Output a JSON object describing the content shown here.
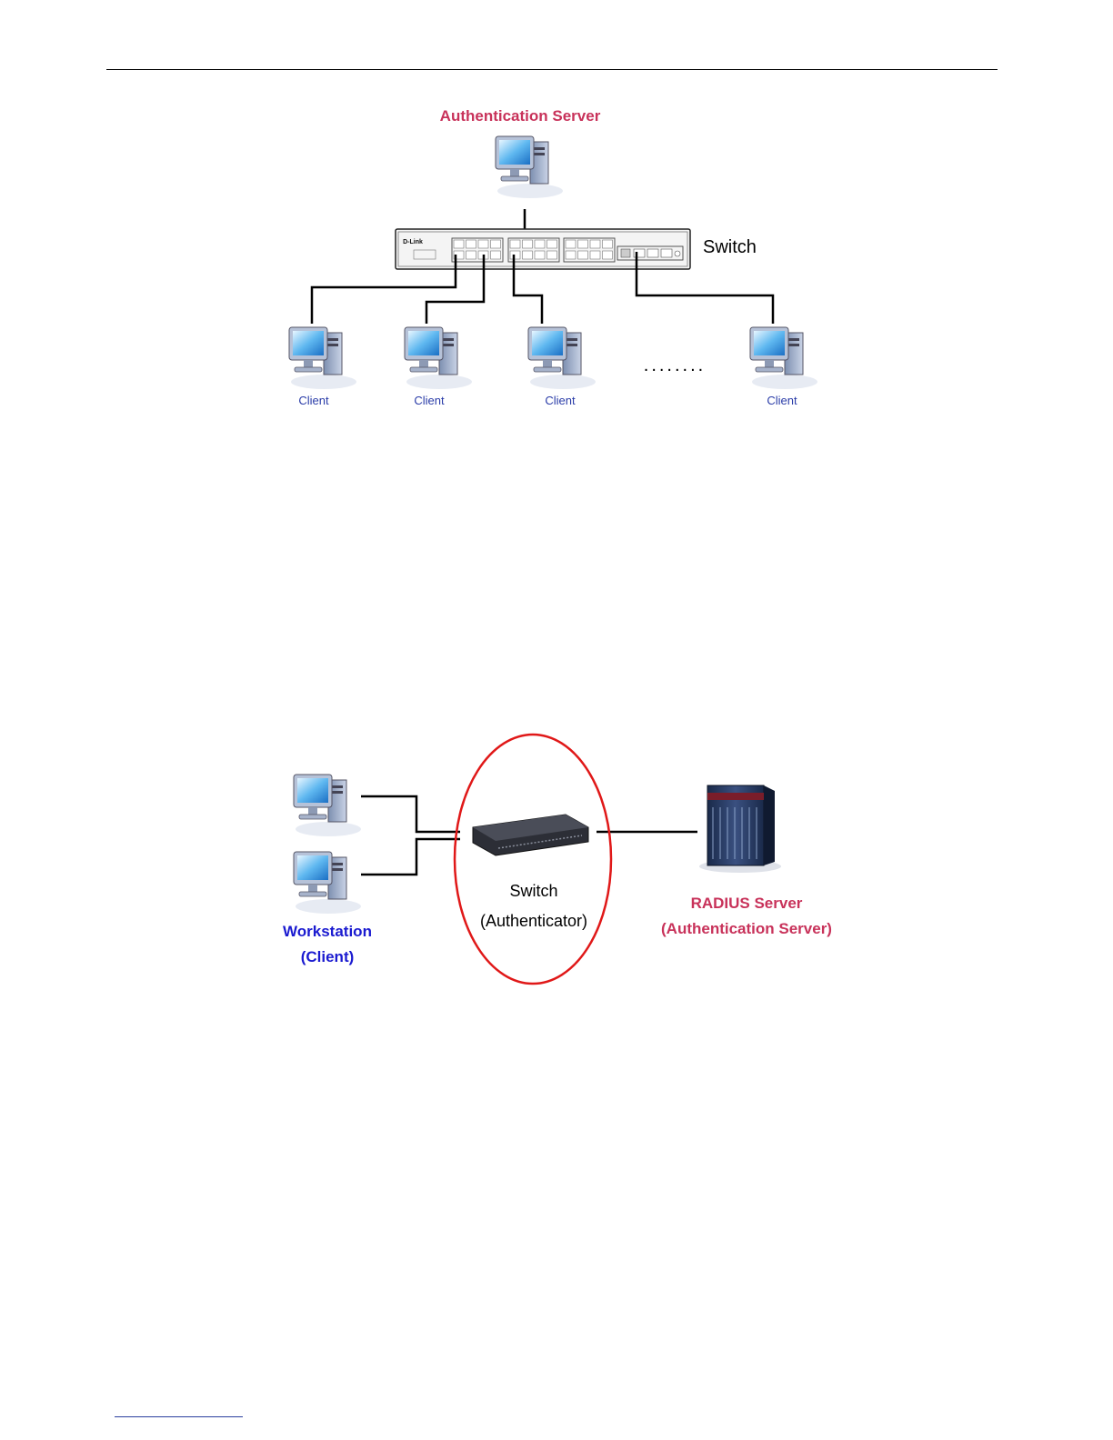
{
  "diagram1": {
    "server_label": "Authentication Server",
    "switch_label": "Switch",
    "switch_brand": "D-Link",
    "client_labels": [
      "Client",
      "Client",
      "Client",
      "Client"
    ],
    "ellipsis": "........"
  },
  "diagram2": {
    "switch_label": "Switch",
    "switch_role": "(Authenticator)",
    "radius_label": "RADIUS Server",
    "radius_role": "(Authentication Server)",
    "workstation_label": "Workstation",
    "workstation_role": "(Client)"
  },
  "colors": {
    "server_label": "#c8325a",
    "workstation_label": "#1a1ad0",
    "client_label": "#2a3ca8",
    "ellipse": "#e01818"
  }
}
